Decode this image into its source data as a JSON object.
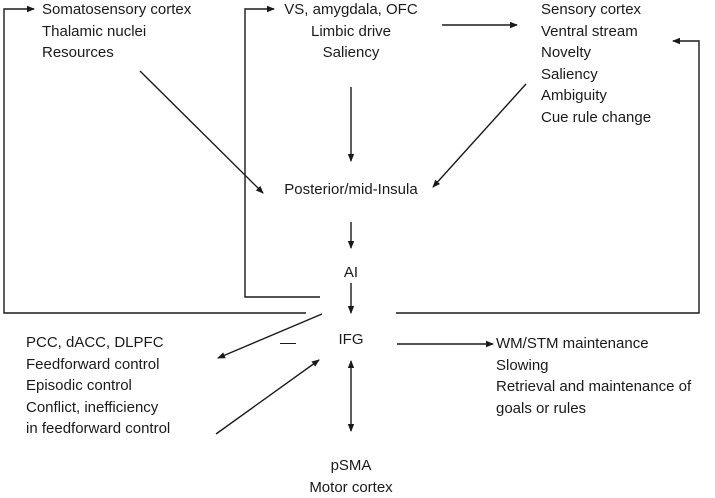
{
  "diagram": {
    "nodes": {
      "somatosensory": {
        "lines": [
          "Somatosensory cortex",
          "Thalamic nuclei",
          "Resources"
        ]
      },
      "limbic": {
        "lines": [
          "VS, amygdala, OFC",
          "Limbic drive",
          "Saliency"
        ]
      },
      "sensory": {
        "lines": [
          "Sensory cortex",
          "Ventral stream",
          "Novelty",
          "Saliency",
          "Ambiguity",
          "Cue rule change"
        ]
      },
      "insula": {
        "lines": [
          "Posterior/mid-Insula"
        ]
      },
      "ai": {
        "lines": [
          "AI"
        ]
      },
      "ifg": {
        "lines": [
          "IFG"
        ]
      },
      "control": {
        "lines": [
          "PCC, dACC, DLPFC",
          "Feedforward control",
          "Episodic control",
          "Conflict, inefficiency",
          "in feedforward  control"
        ]
      },
      "wm": {
        "lines": [
          "WM/STM maintenance",
          "Slowing",
          "Retrieval and maintenance of",
          "goals or rules"
        ]
      },
      "motor": {
        "lines": [
          "pSMA",
          "Motor cortex"
        ]
      }
    },
    "inhibition_symbol": "–",
    "edges": [
      {
        "from": "somatosensory",
        "to": "insula",
        "type": "arrow"
      },
      {
        "from": "limbic",
        "to": "insula",
        "type": "arrow"
      },
      {
        "from": "sensory",
        "to": "insula",
        "type": "arrow"
      },
      {
        "from": "limbic",
        "to": "sensory",
        "type": "arrow"
      },
      {
        "from": "insula",
        "to": "ai",
        "type": "arrow"
      },
      {
        "from": "ai",
        "to": "ifg",
        "type": "arrow"
      },
      {
        "from": "ifg",
        "to": "somatosensory",
        "type": "feedback-arrow"
      },
      {
        "from": "ifg",
        "to": "limbic",
        "type": "feedback-arrow"
      },
      {
        "from": "ifg",
        "to": "sensory",
        "type": "feedback-arrow"
      },
      {
        "from": "ifg",
        "to": "control",
        "type": "arrow"
      },
      {
        "from": "control",
        "to": "ifg",
        "type": "arrow"
      },
      {
        "from": "ifg",
        "to": "wm",
        "type": "arrow"
      },
      {
        "from": "ifg",
        "to": "motor",
        "type": "bidirectional"
      }
    ],
    "colors": {
      "text": "#1a1a1a",
      "line": "#1a1a1a",
      "background": "#ffffff"
    }
  }
}
